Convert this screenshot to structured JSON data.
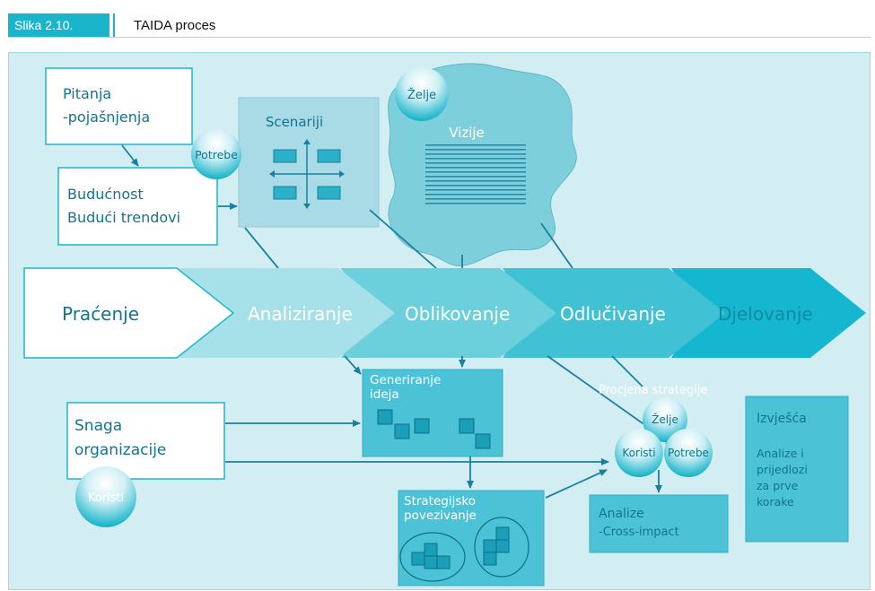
{
  "header": {
    "figure_label": "Slika 2.10.",
    "title": "TAIDA proces"
  },
  "colors": {
    "accent": "#1ab5ca",
    "panel_bg": "#d3eef3",
    "arrow": "#1b7fa0",
    "text_dark": "#12748f",
    "text_light": "#ffffff"
  },
  "boxes": {
    "questions": {
      "title": "Pitanja",
      "subtitle": "-pojašnjenja"
    },
    "future": {
      "title": "Budućnost",
      "subtitle": "Budući trendovi"
    },
    "scenarios": {
      "title": "Scenariji"
    },
    "visions": {
      "title": "Vizije"
    },
    "organization": {
      "line1": "Snaga",
      "line2": "organizacije"
    },
    "idea_generation": {
      "line1": "Generiranje",
      "line2": "ideja"
    },
    "strategic_linking": {
      "line1": "Strategijsko",
      "line2": "povezivanje"
    },
    "analysis": {
      "line1": "Analize",
      "line2": "-Cross-impact"
    },
    "reports": {
      "title": "Izvješća",
      "lines": [
        "Analize i",
        "prijedlozi",
        "za prve",
        "korake"
      ]
    },
    "strategy_eval": {
      "title": "Procjena strategije"
    }
  },
  "bubbles": {
    "potrebe": "Potrebe",
    "zelje": "Želje",
    "koristi": "Koristi"
  },
  "process": {
    "steps": [
      "Praćenje",
      "Analiziranje",
      "Oblikovanje",
      "Odlučivanje",
      "Djelovanje"
    ]
  }
}
